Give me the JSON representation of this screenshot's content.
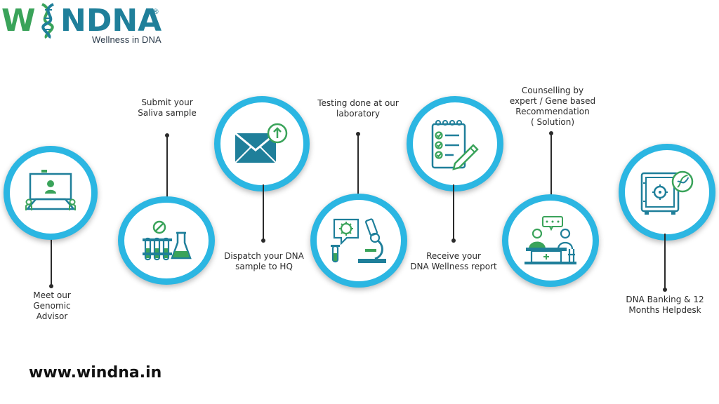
{
  "brand": {
    "logo_text": "WINDNA",
    "registered": "®",
    "tagline": "Wellness in DNA",
    "colors": {
      "green": "#3aa35a",
      "teal": "#1f7f9a",
      "accent": "#2bb6e2"
    }
  },
  "steps": [
    {
      "id": "advisor",
      "label": "Meet our\nGenomic\nAdvisor",
      "icon": "video-conference-icon"
    },
    {
      "id": "saliva",
      "label": "Submit your\nSaliva sample",
      "icon": "test-tubes-flask-icon"
    },
    {
      "id": "dispatch",
      "label": "Dispatch your DNA\nsample to HQ",
      "icon": "envelope-upload-icon"
    },
    {
      "id": "testing",
      "label": "Testing done at our\nlaboratory",
      "icon": "microscope-virus-icon"
    },
    {
      "id": "report",
      "label": "Receive your\nDNA Wellness report",
      "icon": "checklist-notepad-icon"
    },
    {
      "id": "counselling",
      "label": "Counselling by\nexpert / Gene based\nRecommendation\n( Solution)",
      "icon": "doctor-consultation-icon"
    },
    {
      "id": "banking",
      "label": "DNA Banking & 12\nMonths Helpdesk",
      "icon": "dna-safe-icon"
    }
  ],
  "footer": {
    "url": "www.windna.in"
  }
}
